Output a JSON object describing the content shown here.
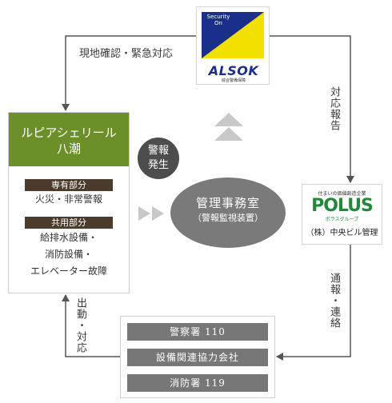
{
  "alsok": {
    "badge_text": "Security On",
    "wordmark": "ALSOK",
    "subtitle": "綜合警備保障"
  },
  "edges": {
    "top": "現地確認・緊急対応",
    "right_top": "対応報告",
    "right_bottom": "通報・連絡",
    "left_bottom": "出動・対応"
  },
  "lupia": {
    "name": "ルピアシェリール",
    "area": "八潮",
    "private_tag": "専有部分",
    "private_text": "火災・非常警報",
    "common_tag": "共用部分",
    "common_lines": [
      "給排水設備・",
      "消防設備・",
      "エレベーター故障"
    ]
  },
  "alarm": {
    "line1": "警報",
    "line2": "発生"
  },
  "management": {
    "title": "管理事務室",
    "subtitle": "（警報監視装置）"
  },
  "polus": {
    "tagline": "住まいの価値創造企業",
    "wordmark": "POLUS",
    "kana": "ポラスグループ",
    "company": "（株）中央ビル管理"
  },
  "contacts": [
    "警察署 110",
    "設備関連協力会社",
    "消防署 119"
  ],
  "colors": {
    "accent_green": "#6d8f2a",
    "tag_brown": "#4a3b2c",
    "alsok_blue": "#1a2f8a",
    "alsok_yellow": "#f2e100",
    "polus_green": "#23883a",
    "contact_gray": "#777777",
    "arrow_gray": "#c8c8c8"
  }
}
